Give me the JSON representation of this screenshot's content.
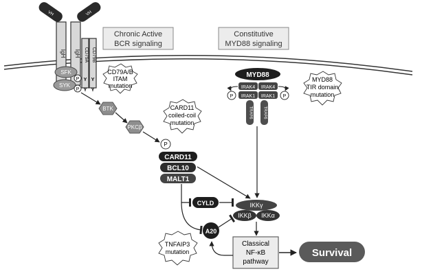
{
  "receptor": {
    "vh_left": "VH",
    "vh_right": "VH",
    "heavy_left": "IgH",
    "heavy_right": "IgH",
    "cd79a": "CD79A",
    "cd79b": "CD79B",
    "itam_y": "Y"
  },
  "labels": {
    "bcr_box": [
      "Chronic Active",
      "BCR signaling"
    ],
    "myd88_box": [
      "Constitutive",
      "MYD88 signaling"
    ]
  },
  "nodes": {
    "sfk": "SFK",
    "syk": "SYK",
    "phospho": "P",
    "btk": "BTK",
    "pkcb": "PKCβ",
    "card11": "CARD11",
    "bcl10": "BCL10",
    "malt1": "MALT1",
    "myd88": "MYD88",
    "irak4": "IRAK4",
    "irak1": "IRAK1",
    "traf6": "TRAF6",
    "cyld": "CYLD",
    "ikk_gamma": "IKKγ",
    "ikk_beta": "IKKβ",
    "ikk_alpha": "IKKα",
    "a20": "A20",
    "nfkb": [
      "Classical",
      "NF-κB",
      "pathway"
    ],
    "survival": "Survival"
  },
  "mutations": {
    "cd79": [
      "CD79A/B",
      "ITAM",
      "mutation"
    ],
    "card11": [
      "CARD11",
      "coiled-coil",
      "mutation"
    ],
    "myd88": [
      "MYD88",
      "TIR domain",
      "mutation"
    ],
    "tnfaip3": [
      "TNFAIP3",
      "mutation"
    ]
  }
}
